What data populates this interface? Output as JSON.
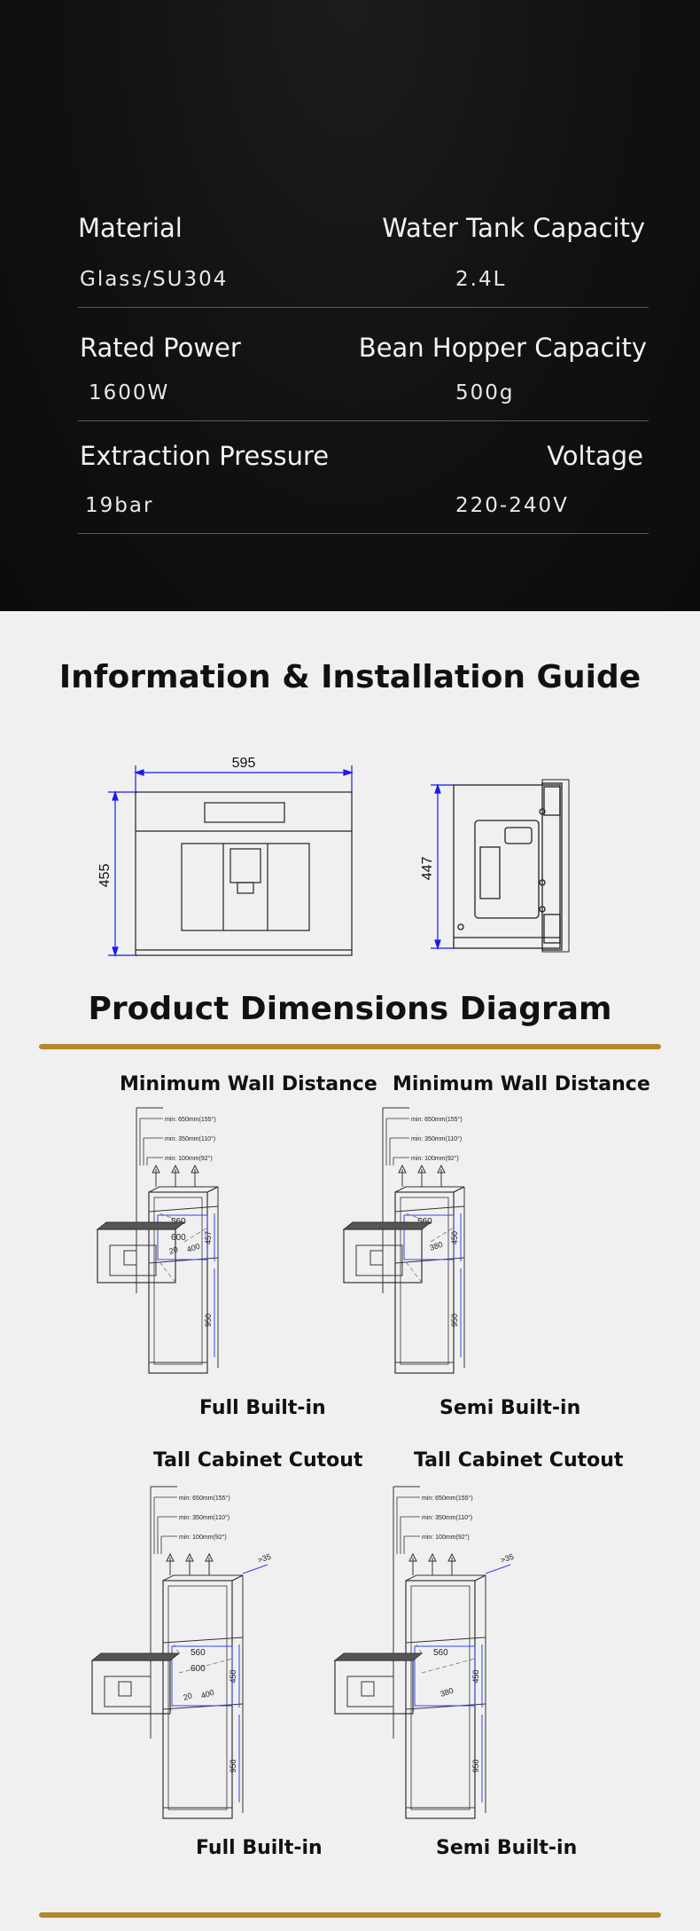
{
  "specs": [
    {
      "label": "Material",
      "value": "Glass/SU304"
    },
    {
      "label": "Water Tank Capacity",
      "value": "2.4L"
    },
    {
      "label": "Rated Power",
      "value": "1600W"
    },
    {
      "label": "Bean Hopper Capacity",
      "value": "500g"
    },
    {
      "label": "Extraction Pressure",
      "value": "19bar"
    },
    {
      "label": "Voltage",
      "value": "220-240V"
    }
  ],
  "guide_title": "Information & Installation Guide",
  "front_drawing": {
    "width": "595",
    "height": "455"
  },
  "side_drawing": {
    "depth": "447"
  },
  "dimensions_title": "Product Dimensions Diagram",
  "clearances": [
    "min: 650mm(155°)",
    "min: 350mm(110°)",
    "min: 100mm(92°)"
  ],
  "diagram_dims": {
    "d560": "560",
    "d600": "600",
    "d20": "20",
    "d400": "400",
    "d457": "457",
    "d450": "450",
    "d950": "950",
    "d380": "380",
    "d35": ">35"
  },
  "diagrams": [
    {
      "heading": "Minimum Wall Distance",
      "caption": "Full Built-in"
    },
    {
      "heading": "Minimum Wall Distance",
      "caption": "Semi Built-in"
    },
    {
      "heading": "Tall Cabinet Cutout",
      "caption": "Full Built-in"
    },
    {
      "heading": "Tall Cabinet Cutout",
      "caption": "Semi Built-in"
    }
  ]
}
